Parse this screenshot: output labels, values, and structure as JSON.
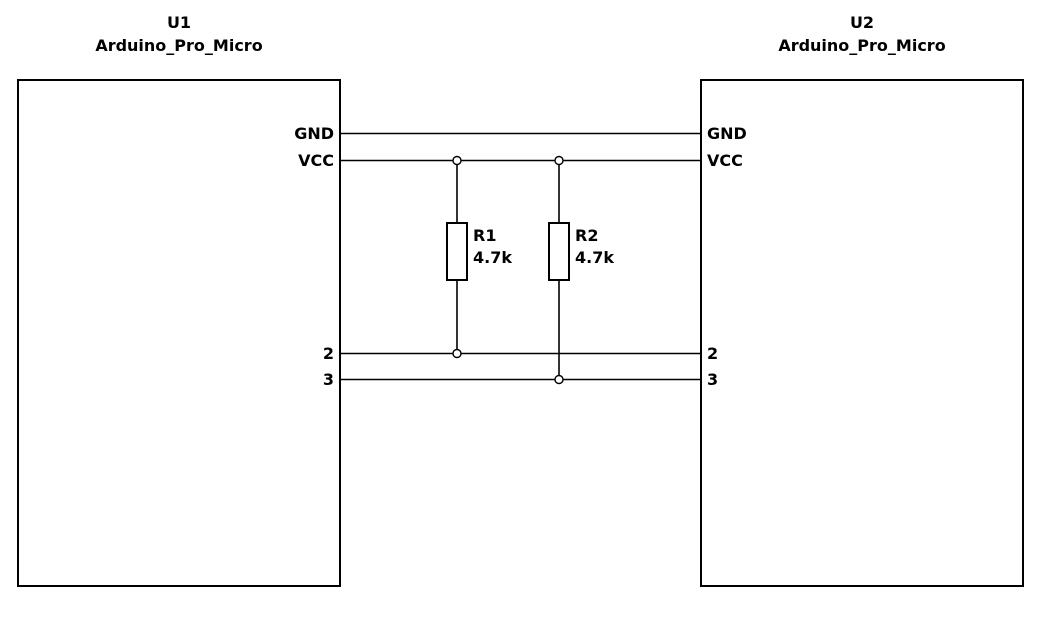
{
  "diagram": {
    "background_color": "#ffffff",
    "line_color": "#000000",
    "components": [
      {
        "ref": "U1",
        "value": "Arduino_Pro_Micro",
        "pins": [
          "GND",
          "VCC",
          "2",
          "3"
        ]
      },
      {
        "ref": "U2",
        "value": "Arduino_Pro_Micro",
        "pins": [
          "GND",
          "VCC",
          "2",
          "3"
        ]
      }
    ],
    "resistors": [
      {
        "ref": "R1",
        "value": "4.7k"
      },
      {
        "ref": "R2",
        "value": "4.7k"
      }
    ]
  }
}
